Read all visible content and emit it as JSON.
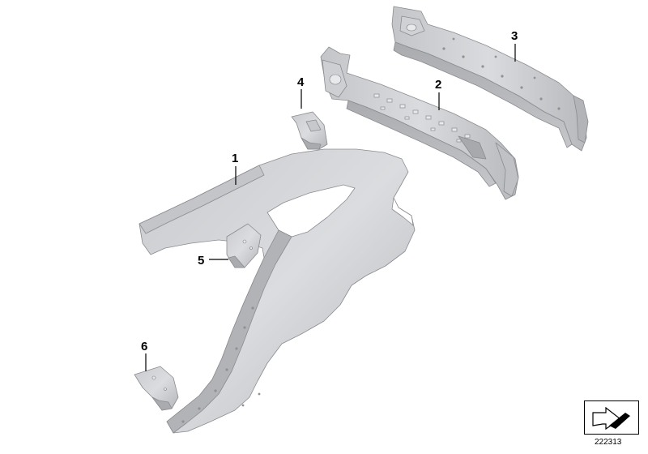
{
  "diagram": {
    "diagram_id": "222313",
    "callouts": [
      {
        "id": "part-1",
        "label": "1"
      },
      {
        "id": "part-2",
        "label": "2"
      },
      {
        "id": "part-3",
        "label": "3"
      },
      {
        "id": "part-4",
        "label": "4"
      },
      {
        "id": "part-5",
        "label": "5"
      },
      {
        "id": "part-6",
        "label": "6"
      }
    ],
    "colors": {
      "panel_light": "#d4d6d9",
      "panel_mid": "#b9bbbe",
      "panel_dark": "#9c9ea2",
      "outline": "#8a8c90",
      "hole": "#e8e9eb"
    },
    "legend_icon": "folded-corner-arrow-icon"
  }
}
